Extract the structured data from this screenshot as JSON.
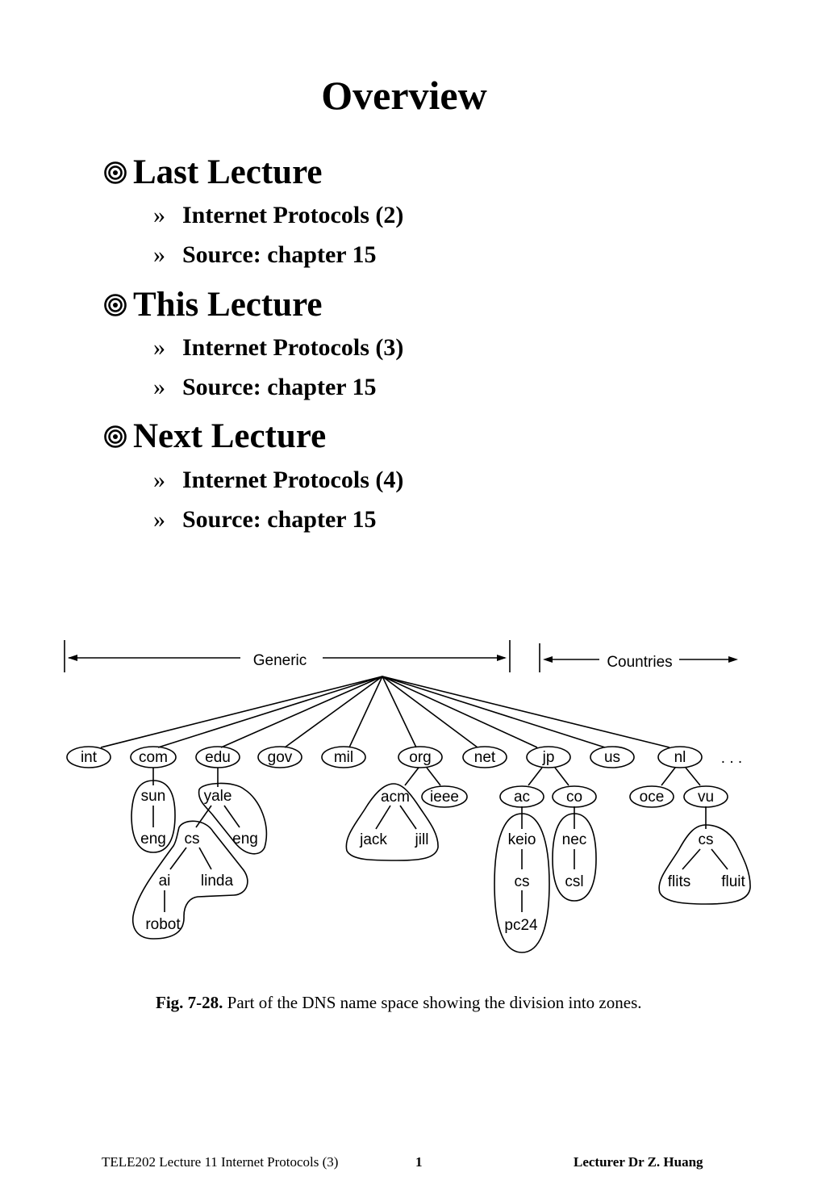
{
  "page": {
    "title": "Overview"
  },
  "sections": [
    {
      "heading": "Last Lecture",
      "items": [
        "Internet Protocols (2)",
        "Source: chapter 15"
      ]
    },
    {
      "heading": "This Lecture",
      "items": [
        "Internet Protocols (3)",
        "Source: chapter 15"
      ]
    },
    {
      "heading": "Next Lecture",
      "items": [
        "Internet Protocols (4)",
        "Source: chapter 15"
      ]
    }
  ],
  "sub_marker": "»",
  "figure": {
    "generic_label": "Generic",
    "countries_label": "Countries",
    "ellipsis": ". . .",
    "nodes": {
      "int": "int",
      "com": "com",
      "edu": "edu",
      "gov": "gov",
      "mil": "mil",
      "org": "org",
      "net": "net",
      "jp": "jp",
      "us": "us",
      "nl": "nl",
      "sun": "sun",
      "eng1": "eng",
      "yale": "yale",
      "cs1": "cs",
      "eng2": "eng",
      "ai": "ai",
      "linda": "linda",
      "robot": "robot",
      "acm": "acm",
      "ieee": "ieee",
      "jack": "jack",
      "jill": "jill",
      "ac": "ac",
      "co": "co",
      "keio": "keio",
      "cs2": "cs",
      "pc24": "pc24",
      "nec": "nec",
      "csl": "csl",
      "oce": "oce",
      "vu": "vu",
      "cs3": "cs",
      "flits": "flits",
      "fluit": "fluit"
    },
    "caption_label": "Fig.  7-28.",
    "caption_text": " Part of the DNS name space showing the division into zones."
  },
  "footer": {
    "left": "TELE202 Lecture 11 Internet Protocols (3)",
    "page_number": "1",
    "right": "Lecturer  Dr Z. Huang"
  }
}
